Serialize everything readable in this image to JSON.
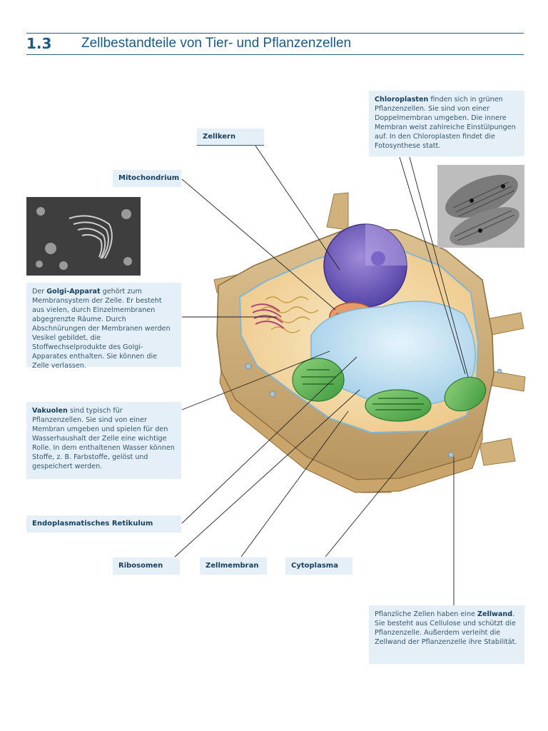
{
  "header": {
    "number": "1.3",
    "title": "Zellbestandteile von Tier- und Pflanzenzellen"
  },
  "labels": {
    "zellkern": "Zellkern",
    "mitochondrium": "Mitochondrium",
    "er": "Endoplasmatisches Retikulum",
    "ribosomen": "Ribosomen",
    "zellmembran": "Zellmembran",
    "cytoplasma": "Cytoplasma"
  },
  "boxes": {
    "chloroplasten": {
      "term": "Chloroplasten",
      "text": " finden sich in grünen Pflanzenzellen. Sie sind von einer Doppelmembran umgeben. Die innere Membran weist zahlreiche Einstülpungen auf. In den Chloroplasten findet die Fotosynthese statt."
    },
    "golgi": {
      "lead": "Der ",
      "term": "Golgi-Apparat",
      "text": " gehört zum Membransystem der Zelle. Er besteht aus vielen, durch Einzelmembranen abgegrenzte Räume. Durch Abschnürungen der Membranen werden Vesikel gebildet, die Stoffwechselprodukte des Golgi-Apparates enthalten. Sie können die Zelle verlassen."
    },
    "vakuolen": {
      "term": "Vakuolen",
      "text": " sind typisch für Pflanzenzellen. Sie sind von einer Membran umgeben und spielen für den Wasserhaushalt der Zelle eine wichtige Rolle. In dem enthaltenen Wasser können Stoffe, z. B. Farbstoffe, gelöst und gespeichert werden."
    },
    "zellwand": {
      "lead": "Pflanzliche Zellen haben eine ",
      "term": "Zellwand",
      "text": ". Sie besteht aus Cellulose und schützt die Pflanzenzelle. Außerdem verleiht die Zellwand der Pflanzenzelle ihre Stabilität."
    }
  }
}
